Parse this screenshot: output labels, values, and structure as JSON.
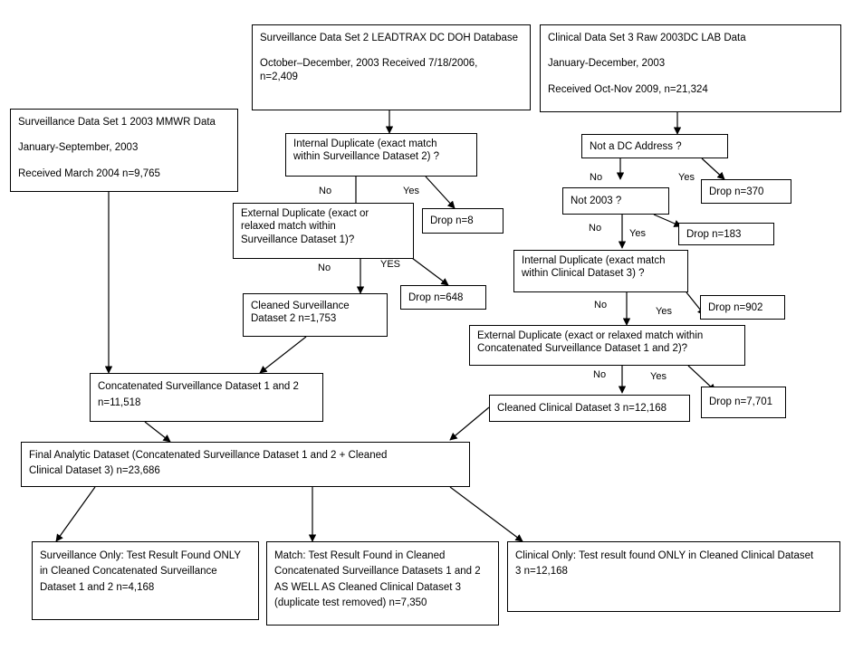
{
  "boxes": {
    "sds2": {
      "lines": [
        "Surveillance Data Set 2 LEADTRAX DC DOH Database",
        "October–December, 2003  Received 7/18/2006,",
        "n=2,409"
      ]
    },
    "cds3": {
      "lines": [
        "Clinical Data Set 3 Raw 2003DC LAB Data",
        "January-December, 2003",
        "Received Oct-Nov 2009, n=21,324"
      ]
    },
    "sds1": {
      "lines": [
        "Surveillance Data Set 1  2003  MMWR Data",
        "January-September, 2003",
        "Received March 2004  n=9,765"
      ]
    },
    "internal_dup_s2": {
      "lines": [
        "Internal Duplicate (exact match",
        "within Surveillance Dataset 2)  ?"
      ]
    },
    "drop8": {
      "text": "Drop n=8"
    },
    "external_dup_s2": {
      "lines": [
        "External Duplicate (exact or",
        "relaxed match  within",
        "Surveillance Dataset 1)?"
      ]
    },
    "drop648": {
      "text": "Drop n=648"
    },
    "cleaned_s2": {
      "lines": [
        "Cleaned Surveillance",
        "Dataset 2 n=1,753"
      ]
    },
    "concat_s12": {
      "lines": [
        "Concatenated Surveillance Dataset 1 and 2",
        "n=11,518"
      ]
    },
    "not_dc": {
      "text": "Not a DC Address ?"
    },
    "drop370": {
      "text": "Drop n=370"
    },
    "not_2003": {
      "text": "Not 2003  ?"
    },
    "drop183": {
      "text": "Drop n=183"
    },
    "internal_dup_c3": {
      "lines": [
        "Internal Duplicate (exact match",
        "within Clinical  Dataset 3)  ?"
      ]
    },
    "drop902": {
      "text": "Drop n=902"
    },
    "external_dup_c3": {
      "lines": [
        "External Duplicate (exact or relaxed match within",
        "Concatenated Surveillance Dataset 1 and 2)?"
      ]
    },
    "drop7701": {
      "text": "Drop n=7,701"
    },
    "cleaned_c3": {
      "text": "Cleaned Clinical Dataset 3 n=12,168"
    },
    "final": {
      "lines": [
        "Final Analytic Dataset (Concatenated Surveillance Dataset 1 and 2 + Cleaned",
        "Clinical  Dataset 3) n=23,686"
      ]
    },
    "surv_only": {
      "lines": [
        "Surveillance Only: Test Result Found ONLY",
        "in Cleaned Concatenated Surveillance",
        "Dataset 1 and 2 n=4,168"
      ]
    },
    "match": {
      "lines": [
        "Match: Test Result Found in Cleaned",
        "Concatenated Surveillance Datasets 1 and 2",
        "AS WELL AS Cleaned Clinical Dataset 3",
        "(duplicate test removed) n=7,350"
      ]
    },
    "clin_only": {
      "lines": [
        "Clinical Only: Test result found ONLY in Cleaned Clinical Dataset",
        "3 n=12,168"
      ]
    }
  },
  "labels": {
    "no": "No",
    "yes": "Yes",
    "yes_caps": "YES"
  }
}
